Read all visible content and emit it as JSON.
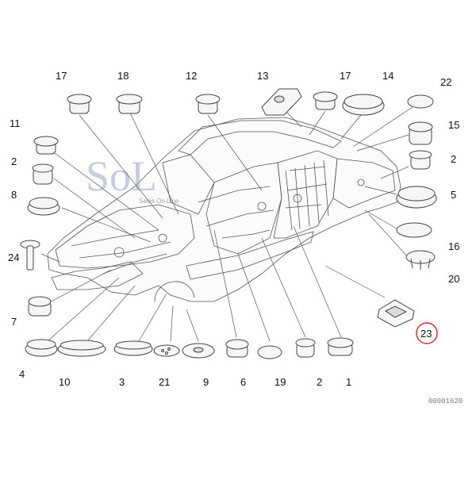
{
  "diagram": {
    "labels": [
      "17",
      "18",
      "12",
      "13",
      "17",
      "14",
      "22",
      "11",
      "15",
      "2",
      "2",
      "8",
      "5",
      "24",
      "16",
      "20",
      "7",
      "23",
      "4",
      "10",
      "3",
      "21",
      "9",
      "6",
      "19",
      "2",
      "1"
    ],
    "highlighted": "23",
    "drawing_ref": "00001620",
    "watermark": {
      "logo": "SoL",
      "tagline": "Sales On Line"
    },
    "colors": {
      "highlight": "#d9212a",
      "watermark": "#9aa6c6",
      "line": "#555555"
    }
  }
}
